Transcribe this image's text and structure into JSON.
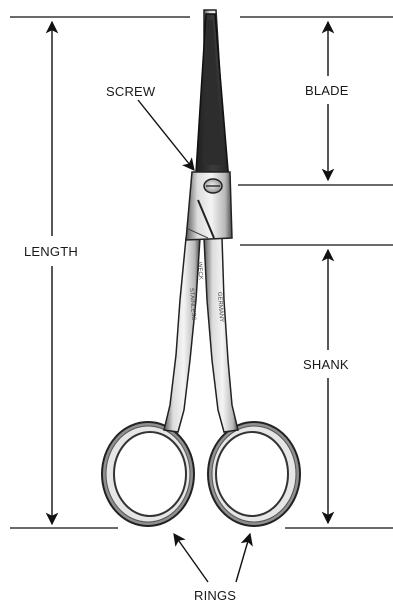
{
  "labels": {
    "length": "LENGTH",
    "screw": "SCREW",
    "blade": "BLADE",
    "shank": "SHANK",
    "rings": "RINGS"
  },
  "engraving": {
    "left_shank": "WECK",
    "left_shank_2": "STAINLESS",
    "right_shank": "GERMANY"
  },
  "colors": {
    "line": "#111111",
    "steel_light": "#ededed",
    "steel_mid": "#bdbdbd",
    "steel_dark": "#4a4a4a",
    "background": "#ffffff"
  }
}
